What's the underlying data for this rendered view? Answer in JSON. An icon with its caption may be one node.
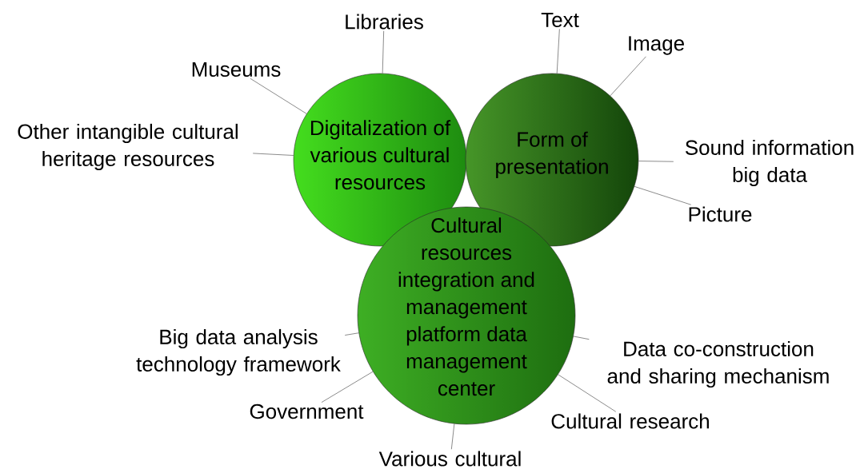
{
  "diagram": {
    "nodes": [
      {
        "text": [
          "Digitalization of various cultural resources"
        ]
      },
      {
        "text": [
          "Form of presentation"
        ]
      },
      {
        "text": [
          "Cultural resources integration and management platform data management center"
        ]
      },
      {
        "text": [
          "Libraries"
        ]
      },
      {
        "text": [
          "Museums"
        ]
      },
      {
        "text": [
          "Other intangible cultural heritage resources"
        ]
      },
      {
        "text": [
          "Text"
        ]
      },
      {
        "text": [
          "Image"
        ]
      },
      {
        "text": [
          "Sound information big data"
        ]
      },
      {
        "text": [
          "Picture"
        ]
      },
      {
        "text": [
          "Big data analysis technology framework"
        ]
      },
      {
        "text": [
          "Data co-construction and sharing mechanism"
        ]
      },
      {
        "text": [
          "Government"
        ]
      },
      {
        "text": [
          "Cultural research"
        ]
      },
      {
        "text": [
          "Various cultural"
        ]
      }
    ],
    "edges": [
      {
        "from": 3,
        "to": 0,
        "arrow": "none"
      },
      {
        "from": 4,
        "to": 0,
        "arrow": "none"
      },
      {
        "from": 5,
        "to": 0,
        "arrow": "none"
      },
      {
        "from": 6,
        "to": 1,
        "arrow": "none"
      },
      {
        "from": 7,
        "to": 1,
        "arrow": "none"
      },
      {
        "from": 8,
        "to": 1,
        "arrow": "none"
      },
      {
        "from": 9,
        "to": 1,
        "arrow": "none"
      },
      {
        "from": 10,
        "to": 2,
        "arrow": "none"
      },
      {
        "from": 11,
        "to": 2,
        "arrow": "none"
      },
      {
        "from": 12,
        "to": 2,
        "arrow": "none"
      },
      {
        "from": 13,
        "to": 2,
        "arrow": "none"
      },
      {
        "from": 14,
        "to": 2,
        "arrow": "none"
      }
    ]
  }
}
